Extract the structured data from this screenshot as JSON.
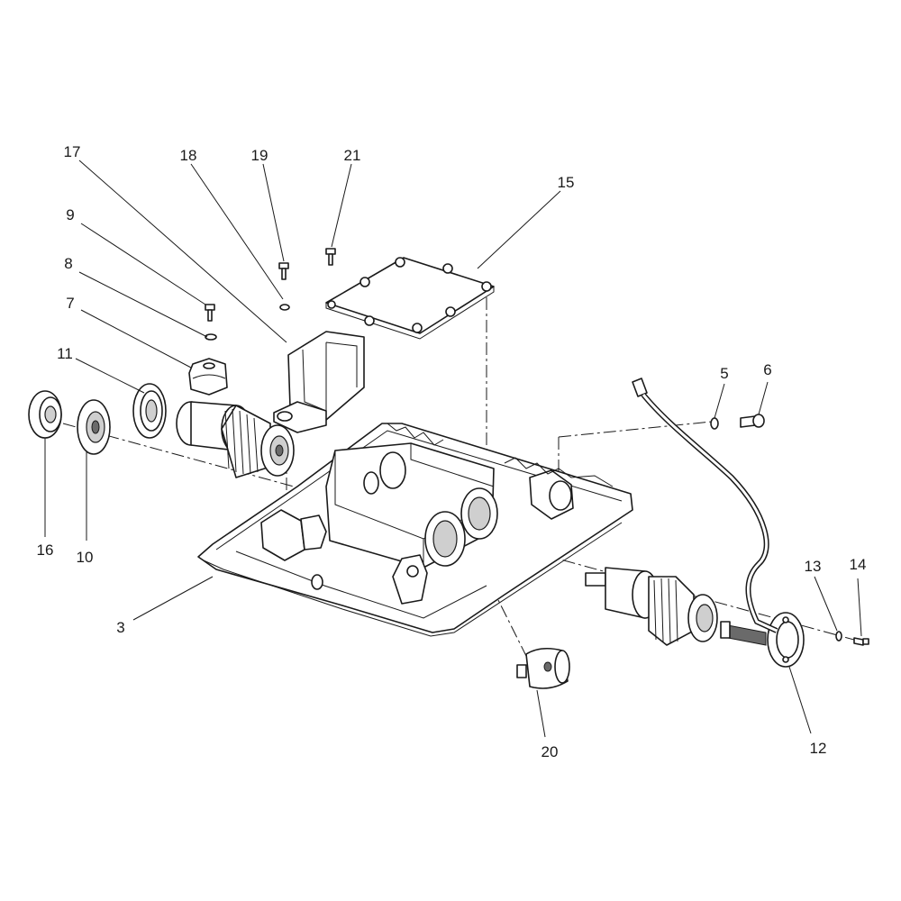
{
  "diagram": {
    "callouts": [
      {
        "id": "c17",
        "text": "17"
      },
      {
        "id": "c18",
        "text": "18"
      },
      {
        "id": "c19",
        "text": "19"
      },
      {
        "id": "c21",
        "text": "21"
      },
      {
        "id": "c15",
        "text": "15"
      },
      {
        "id": "c9",
        "text": "9"
      },
      {
        "id": "c8",
        "text": "8"
      },
      {
        "id": "c7",
        "text": "7"
      },
      {
        "id": "c11",
        "text": "11"
      },
      {
        "id": "c16",
        "text": "16"
      },
      {
        "id": "c10",
        "text": "10"
      },
      {
        "id": "c3",
        "text": "3"
      },
      {
        "id": "c5",
        "text": "5"
      },
      {
        "id": "c6",
        "text": "6"
      },
      {
        "id": "c13",
        "text": "13"
      },
      {
        "id": "c14",
        "text": "14"
      },
      {
        "id": "c12",
        "text": "12"
      },
      {
        "id": "c20",
        "text": "20"
      }
    ]
  }
}
